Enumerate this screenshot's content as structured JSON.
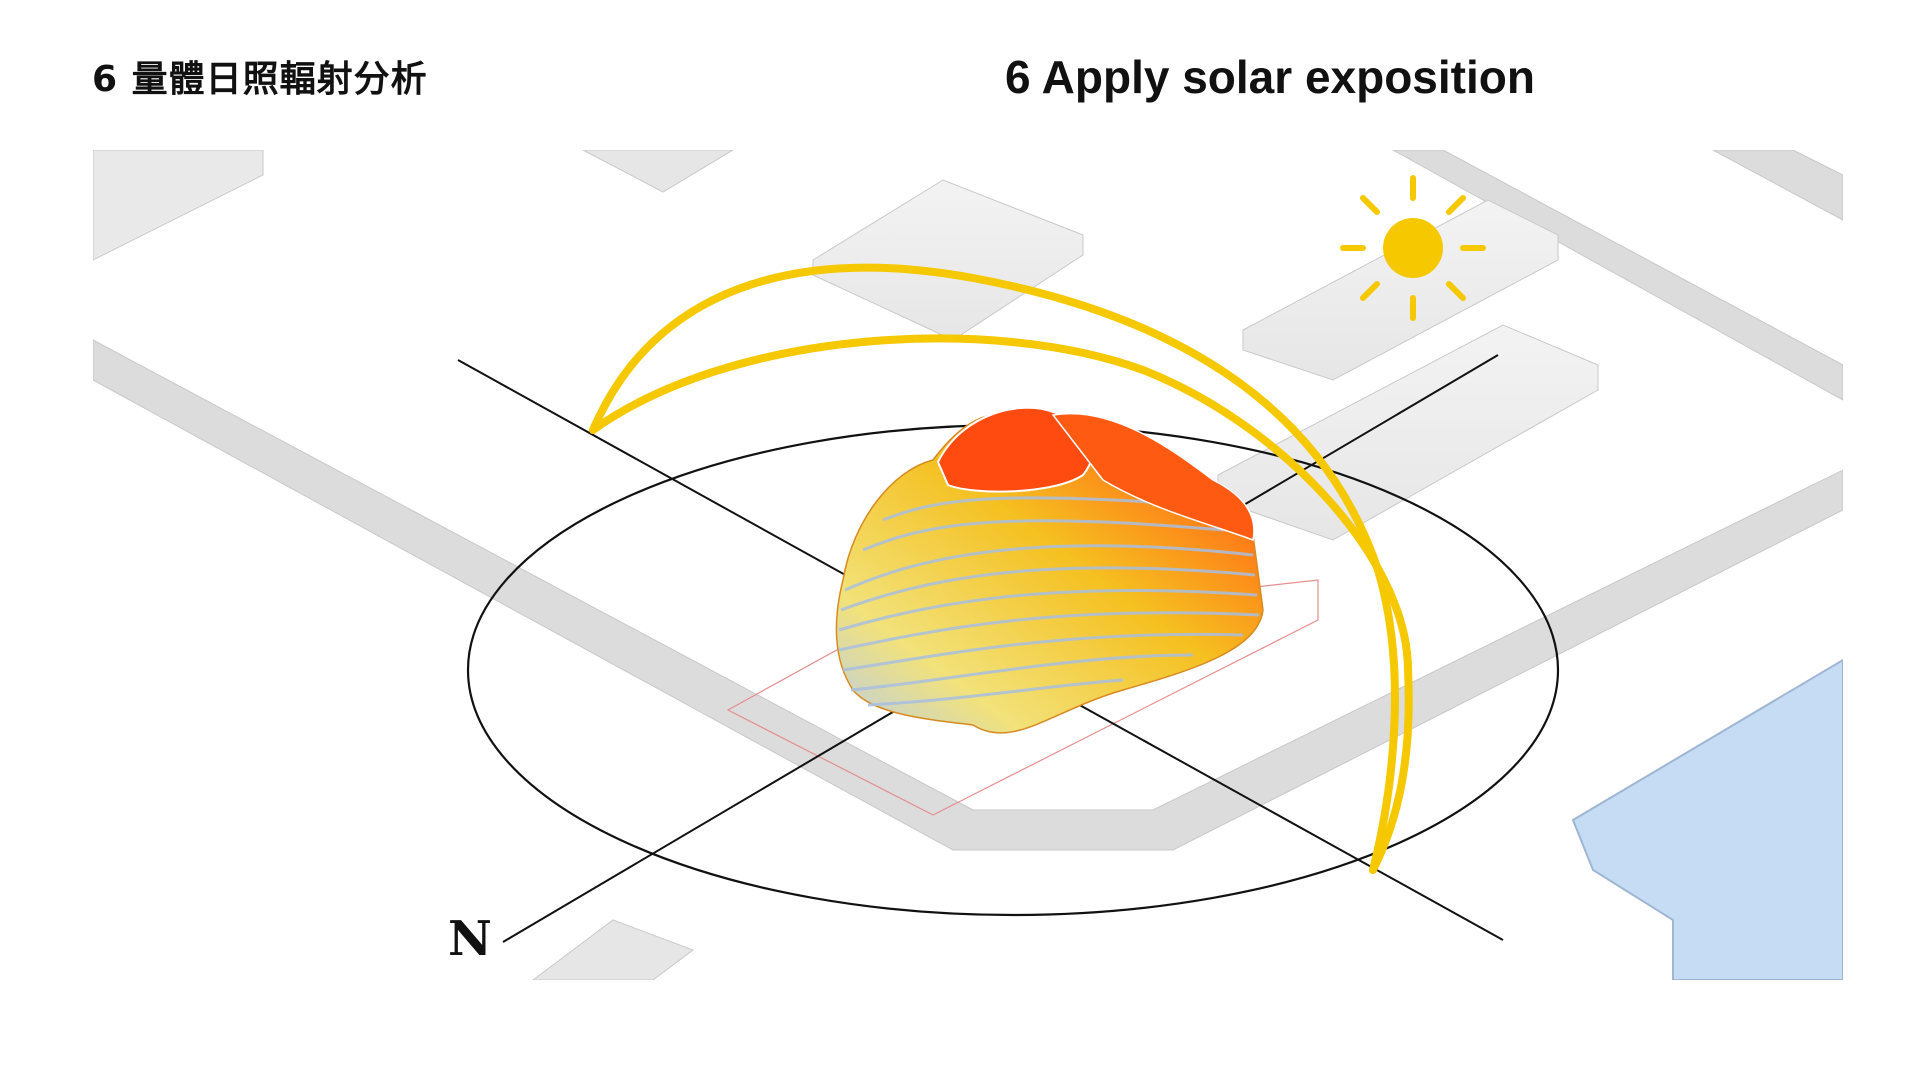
{
  "titles": {
    "chinese": "6 量體日照輻射分析",
    "english": "6 Apply solar exposition"
  },
  "compass": {
    "north_label": "N"
  },
  "colors": {
    "sun_path": "#f5c800",
    "sun": "#f5c800",
    "radiation_high": "#ff4a10",
    "radiation_mid": "#f5d020",
    "radiation_low": "#b9cdea",
    "water": "#c6dcf5",
    "blocks": "#e9e9e9",
    "roads": "#d6d6d6"
  },
  "icons": [
    "sun-icon",
    "compass-north"
  ]
}
